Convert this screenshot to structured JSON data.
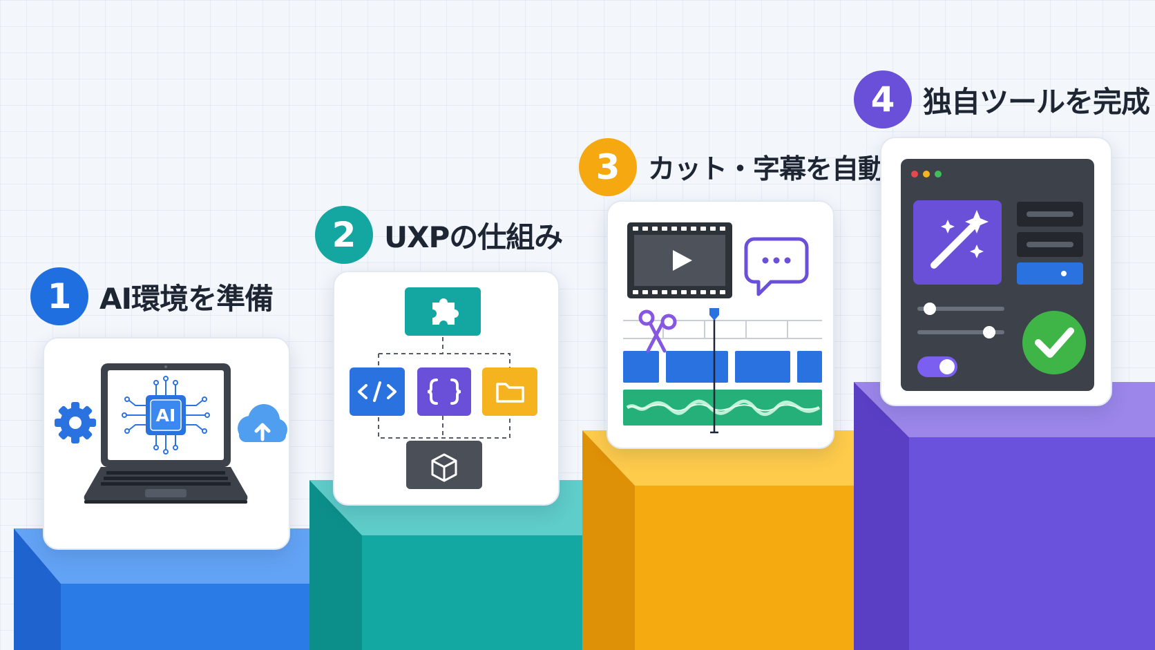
{
  "steps": [
    {
      "number": "1",
      "title": "AI環境を準備",
      "color": "#1f6fe0",
      "icon_text": "AI",
      "icons": [
        "laptop-icon",
        "ai-chip-icon",
        "gear-icon",
        "cloud-upload-icon"
      ]
    },
    {
      "number": "2",
      "title": "UXPの仕組み",
      "color": "#14a6a0",
      "icons": [
        "puzzle-icon",
        "code-icon",
        "braces-icon",
        "folder-icon",
        "package-box-icon"
      ]
    },
    {
      "number": "3",
      "title": "カット・字幕を自動化",
      "color": "#f5a80f",
      "icons": [
        "video-player-icon",
        "chat-bubble-icon",
        "scissors-icon",
        "timeline-icon",
        "waveform-icon"
      ]
    },
    {
      "number": "4",
      "title": "独自ツールを完成",
      "color": "#6a4fd8",
      "icons": [
        "app-window-icon",
        "magic-wand-icon",
        "slider-icon",
        "toggle-icon",
        "check-circle-icon"
      ]
    }
  ],
  "colors": {
    "blue": "#2a7de8",
    "teal": "#14a6a0",
    "yellow": "#f4a90e",
    "purple": "#6a4fd8",
    "dark": "#3c414a",
    "title": "#1e2533"
  }
}
